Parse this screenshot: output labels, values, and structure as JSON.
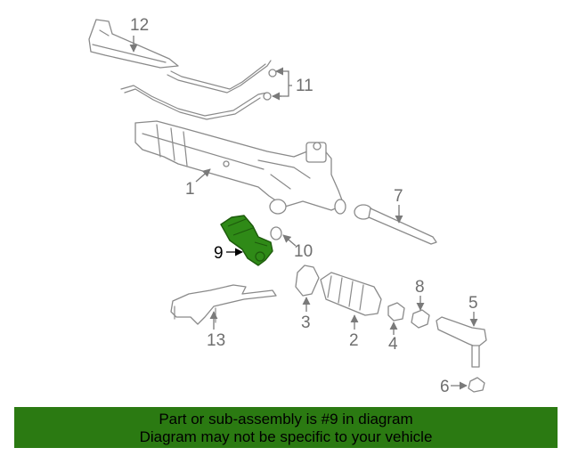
{
  "diagram": {
    "callouts": {
      "c1": "1",
      "c2": "2",
      "c3": "3",
      "c4": "4",
      "c5": "5",
      "c6": "6",
      "c7": "7",
      "c8": "8",
      "c9": "9",
      "c10": "10",
      "c11": "11",
      "c12": "12",
      "c13": "13"
    },
    "highlight_color": "#2f8a17"
  },
  "banner": {
    "line1": "Part or sub-assembly is #9 in diagram",
    "line2": "Diagram may not be specific to your vehicle",
    "background": "#2b7a12"
  }
}
